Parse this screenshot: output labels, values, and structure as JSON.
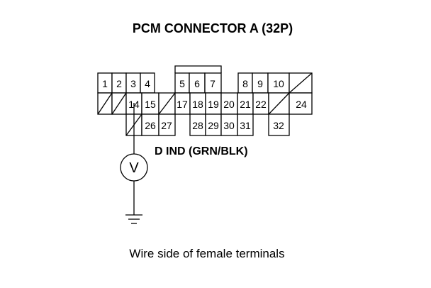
{
  "title": "PCM CONNECTOR A (32P)",
  "wire_label": "D IND (GRN/BLK)",
  "caption": "Wire side of female terminals",
  "meter_symbol": "V",
  "terminals": {
    "t1": "1",
    "t2": "2",
    "t3": "3",
    "t4": "4",
    "t5": "5",
    "t6": "6",
    "t7": "7",
    "t8": "8",
    "t9": "9",
    "t10": "10",
    "t14": "14",
    "t15": "15",
    "t17": "17",
    "t18": "18",
    "t19": "19",
    "t20": "20",
    "t21": "21",
    "t22": "22",
    "t24": "24",
    "t26": "26",
    "t27": "27",
    "t28": "28",
    "t29": "29",
    "t30": "30",
    "t31": "31",
    "t32": "32"
  }
}
